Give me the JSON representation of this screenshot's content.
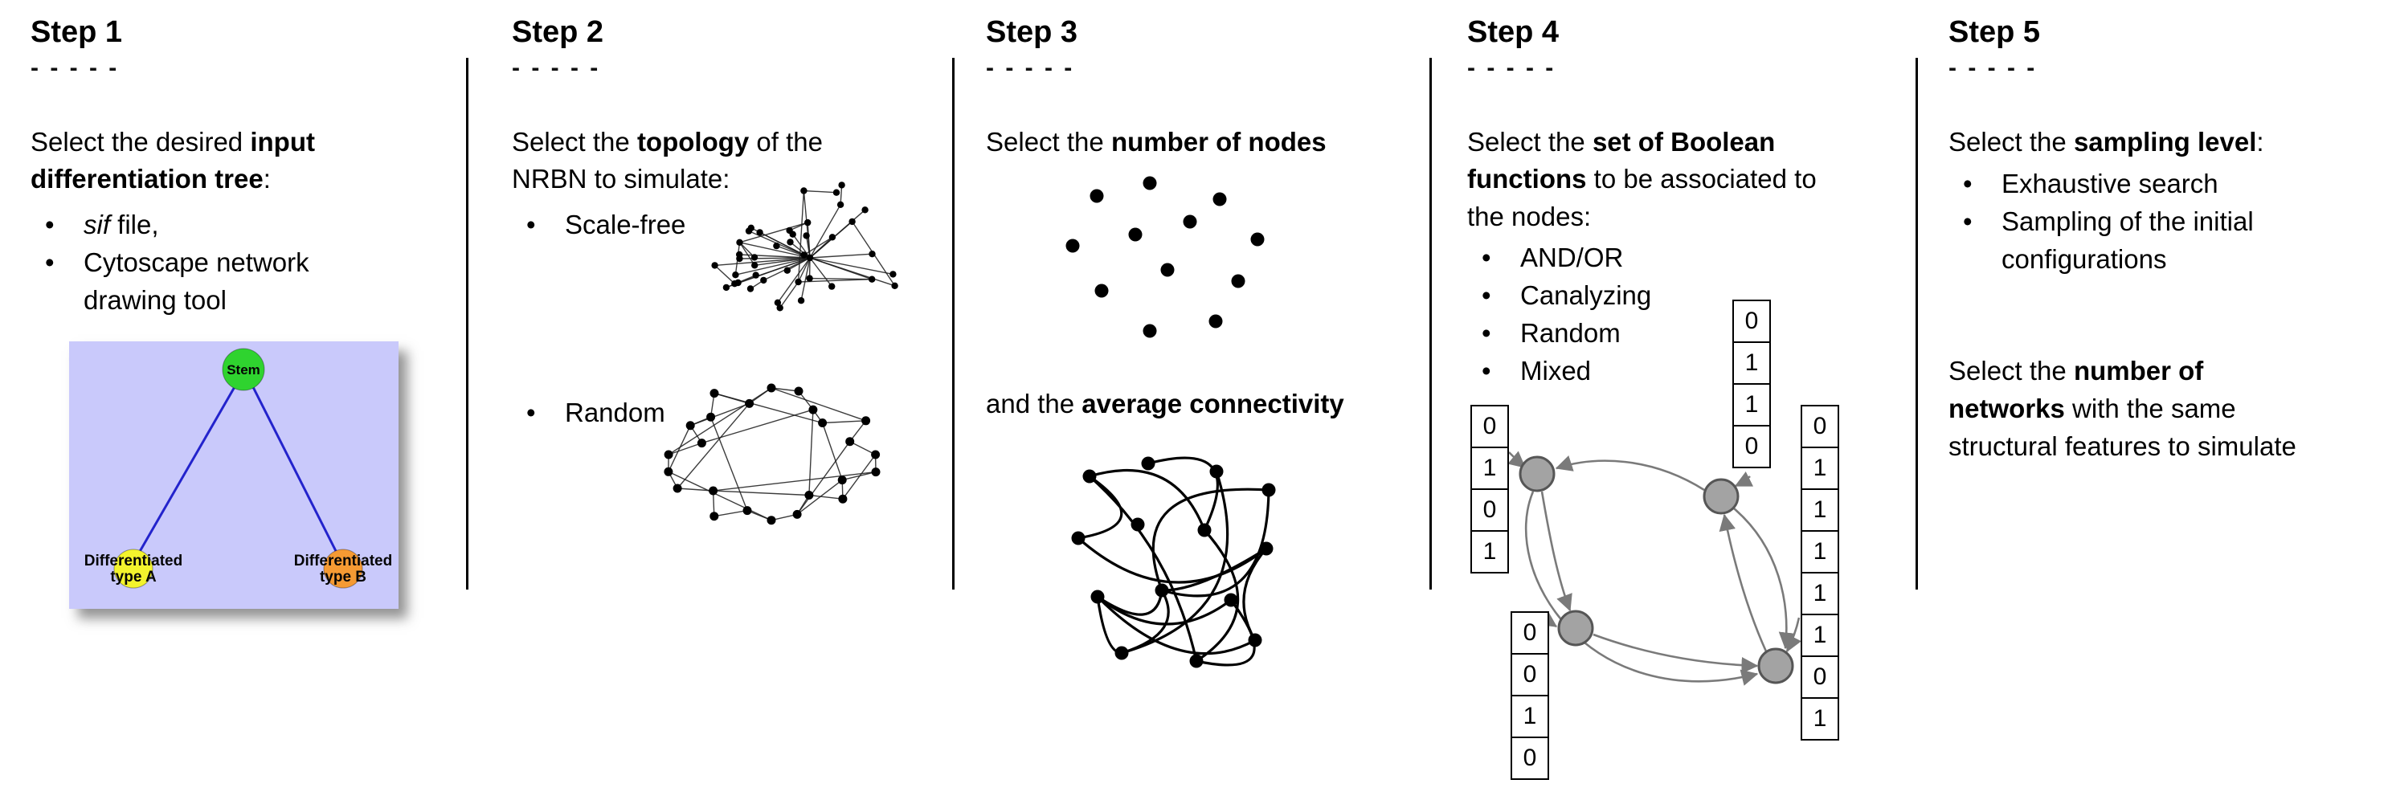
{
  "figure": {
    "steps": [
      {
        "title": "Step 1",
        "dashes": "- - - - -",
        "intro": {
          "pre": "Select the desired ",
          "bold": "input\ndifferentiation tree",
          "post": ":"
        },
        "bullets": [
          {
            "italic": "sif",
            "text": " file,"
          },
          {
            "text": "Cytoscape network\ndrawing tool"
          }
        ],
        "tree": {
          "root": "Stem",
          "left_line1": "Differentiated",
          "left_line2": "type A",
          "right_line1": "Differentiated",
          "right_line2": "type B",
          "colors": {
            "background": "#c9c9fb",
            "root": "#2fd32f",
            "left": "#f3f32d",
            "right": "#f59a33",
            "edge": "#2323cc"
          }
        }
      },
      {
        "title": "Step 2",
        "dashes": "- - - - -",
        "intro": {
          "pre": "Select the ",
          "bold": "topology",
          "post": " of the\nNRBN to simulate:"
        },
        "bullets": [
          {
            "text": "Scale-free"
          },
          {
            "text": "Random"
          }
        ]
      },
      {
        "title": "Step 3",
        "dashes": "- - - - -",
        "intro": {
          "pre": "Select the ",
          "bold": "number of nodes",
          "post": ""
        },
        "intro2": {
          "pre": "and the ",
          "bold": "average connectivity",
          "post": ""
        }
      },
      {
        "title": "Step 4",
        "dashes": "- - - - -",
        "intro": {
          "pre": "Select the ",
          "bold": "set of Boolean\nfunctions",
          "post": " to be associated to\nthe nodes:"
        },
        "bullets": [
          {
            "text": "AND/OR"
          },
          {
            "text": "Canalyzing"
          },
          {
            "text": "Random"
          },
          {
            "text": "Mixed"
          }
        ],
        "truth_tables": {
          "left": [
            "0",
            "1",
            "0",
            "1"
          ],
          "top": [
            "0",
            "1",
            "1",
            "0"
          ],
          "right": [
            "0",
            "1",
            "1",
            "1",
            "1",
            "1",
            "0",
            "1"
          ],
          "bottom_left": [
            "0",
            "0",
            "1",
            "0"
          ]
        }
      },
      {
        "title": "Step 5",
        "dashes": "- - - - -",
        "intro": {
          "pre": "Select the ",
          "bold": "sampling level",
          "post": ":"
        },
        "bullets": [
          {
            "text": "Exhaustive search"
          },
          {
            "text": "Sampling of the initial\nconfigurations"
          }
        ],
        "outro": {
          "pre": "Select the ",
          "bold": "number of\nnetworks",
          "post": " with the same\nstructural features to simulate"
        }
      }
    ]
  }
}
